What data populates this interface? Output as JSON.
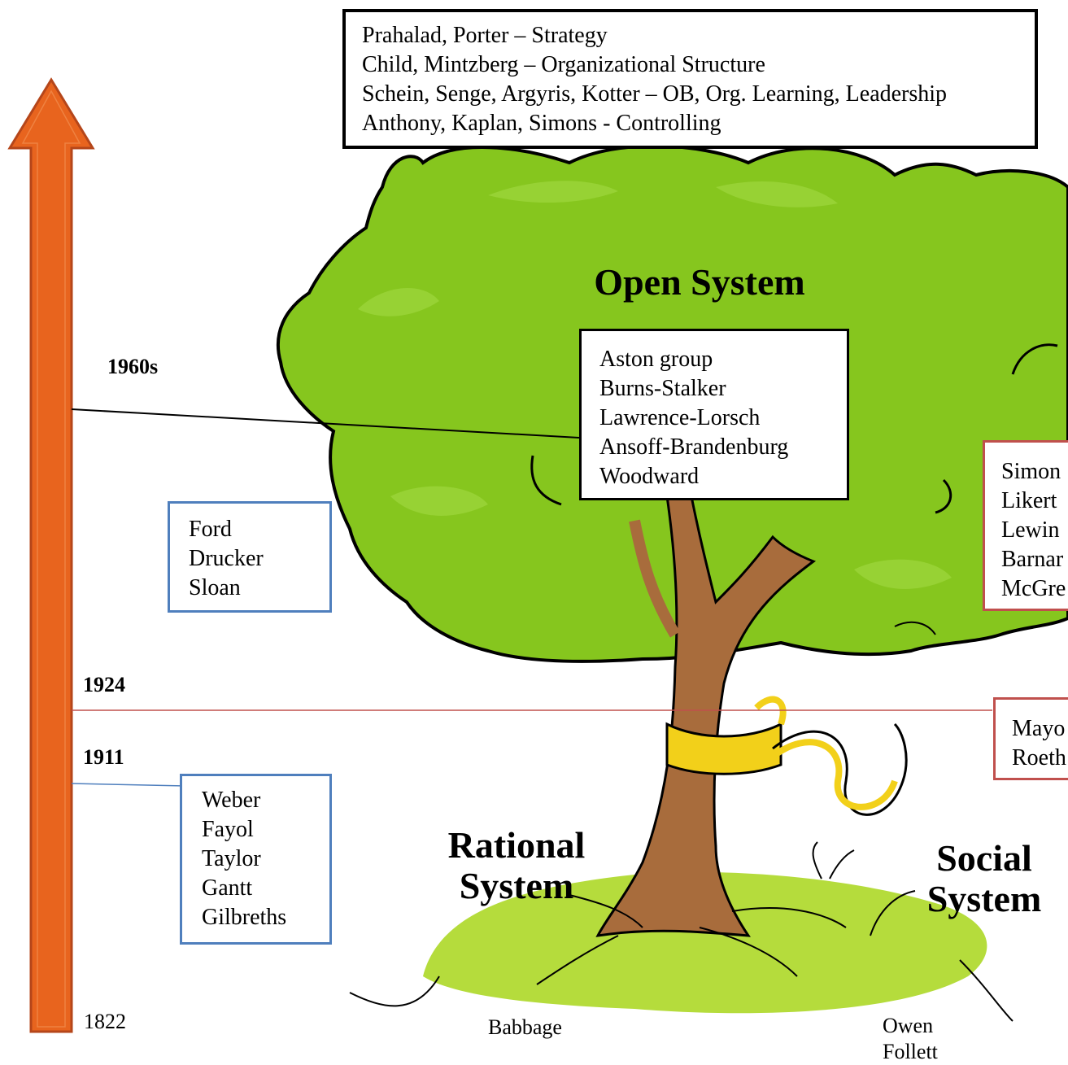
{
  "top_box": {
    "lines": [
      "Prahalad, Porter – Strategy",
      "Child, Mintzberg – Organizational Structure",
      "Schein, Senge, Argyris, Kotter – OB, Org. Learning, Leadership",
      "Anthony, Kaplan, Simons - Controlling"
    ]
  },
  "systems": {
    "open": "Open System",
    "rational_1": "Rational",
    "rational_2": "System",
    "social_1": "Social",
    "social_2": "System"
  },
  "open_box": {
    "lines": [
      "Aston group",
      "Burns-Stalker",
      "Lawrence-Lorsch",
      "Ansoff-Brandenburg",
      "Woodward"
    ]
  },
  "human_box": {
    "lines": [
      "Simon",
      "Likert",
      "Lewin",
      "Barnar",
      "McGre"
    ]
  },
  "mayo_box": {
    "lines": [
      "Mayo",
      "Roeth"
    ]
  },
  "ford_box": {
    "lines": [
      "Ford",
      "Drucker",
      "Sloan"
    ]
  },
  "classic_box": {
    "lines": [
      "Weber",
      "Fayol",
      "Taylor",
      "Gantt",
      "Gilbreths"
    ]
  },
  "timeline": {
    "y1960s": "1960s",
    "y1924": "1924",
    "y1911": "1911",
    "y1822": "1822"
  },
  "roots": {
    "babbage": "Babbage",
    "owen": "Owen",
    "follett": "Follett"
  },
  "colors": {
    "arrow_fill": "#e8641e",
    "arrow_stroke": "#b5461a",
    "foliage": "#86c61e",
    "foliage_light": "#9bd43a",
    "trunk": "#a86c3c",
    "grass": "#b5dc3c",
    "ribbon": "#f2d01a",
    "blue_border": "#4f7fbd",
    "red_border": "#c0504d",
    "red_line": "#c0504d",
    "blue_line": "#4f7fbd"
  }
}
